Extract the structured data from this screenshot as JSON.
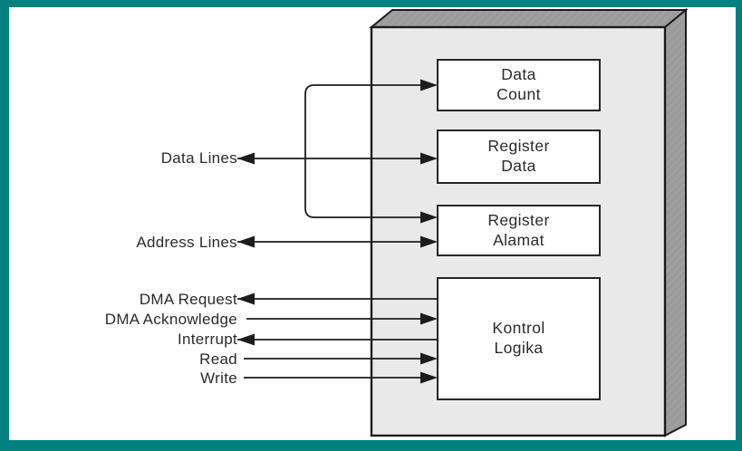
{
  "colors": {
    "frame_teal": "#00807f",
    "canvas_bg": "#ffffff",
    "chip_face": "#e9e9e9",
    "chip_side": "#9b9b9b",
    "box_fill": "#ffffff",
    "line_ink": "#1c1c1c"
  },
  "chip": {
    "boxes": [
      {
        "id": "data-count",
        "label": "Data\nCount"
      },
      {
        "id": "register-data",
        "label": "Register\nData"
      },
      {
        "id": "register-alamat",
        "label": "Register\nAlamat"
      },
      {
        "id": "kontrol-logika",
        "label": "Kontrol\nLogika"
      }
    ]
  },
  "signals": [
    {
      "id": "data-lines",
      "label": "Data Lines",
      "arrow_at_label": true,
      "arrow_at_box": true
    },
    {
      "id": "address-lines",
      "label": "Address Lines",
      "arrow_at_label": true,
      "arrow_at_box": true
    },
    {
      "id": "dma-request",
      "label": "DMA Request",
      "arrow_at_label": true,
      "arrow_at_box": false
    },
    {
      "id": "dma-acknowledge",
      "label": "DMA Acknowledge",
      "arrow_at_label": false,
      "arrow_at_box": true
    },
    {
      "id": "interrupt",
      "label": "Interrupt",
      "arrow_at_label": true,
      "arrow_at_box": false
    },
    {
      "id": "read",
      "label": "Read",
      "arrow_at_label": false,
      "arrow_at_box": true
    },
    {
      "id": "write",
      "label": "Write",
      "arrow_at_label": false,
      "arrow_at_box": true
    }
  ]
}
